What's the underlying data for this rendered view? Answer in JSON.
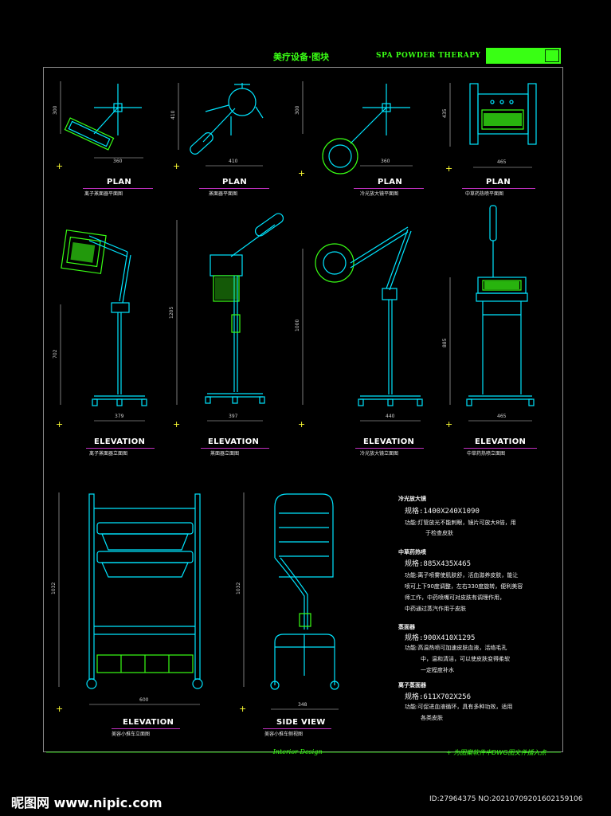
{
  "header": {
    "title_cn": "美疗设备·图块",
    "title_en": "SPA POWDER THERAPY"
  },
  "views": {
    "plan_label": "PLAN",
    "elevation_label": "ELEVATION",
    "side_label": "SIDE VIEW"
  },
  "captions": {
    "c1": "离子蒸面器平面图",
    "c2": "蒸面器平面图",
    "c3": "冷光放大镜平面图",
    "c4": "中草药热喷平面图",
    "c5": "离子蒸面器立面图",
    "c6": "蒸面器立面图",
    "c7": "冷光放大镜立面图",
    "c8": "中草药热喷立面图",
    "c9": "美容小推车立面图",
    "c10": "美容小推车侧视图"
  },
  "dims": {
    "p1_h": "300",
    "p1_w": "360",
    "p2_h": "410",
    "p2_w": "410",
    "p3_h": "300",
    "p3_w": "360",
    "p4_h": "435",
    "p4_w": "465",
    "e1_h": "702",
    "e1_w": "379",
    "e2_h": "1205",
    "e2_w": "397",
    "e3_h": "1000",
    "e3_w": "440",
    "e4_h": "885",
    "e4_w": "465",
    "t1_h": "1032",
    "t1_w": "600",
    "t2_h": "1032",
    "t2_w": "348"
  },
  "notes": {
    "n1_title": "冷光放大镜",
    "n1_spec": "规格:1400X240X1090",
    "n1_l1": "功能:灯管放光不能刺眼，镜片可放大8倍，用",
    "n1_l2": "于检查皮肤",
    "n2_title": "中草药热喷",
    "n2_spec": "规格:885X435X465",
    "n2_l1": "功能:离子喷雾使肌肤舒，活血滋养皮肤，能让",
    "n2_l2": "喷可上下90度调整，左右330度旋转，便利美容",
    "n2_l3": "师工作，中药喷嘴可对皮肤有调理作用，",
    "n2_l4": "中药通过蒸汽作用于皮肤",
    "n3_title": "蒸面器",
    "n3_spec": "规格:900X410X1295",
    "n3_l1": "功能:高温热喷可加速皮肤血液，活络毛孔",
    "n3_l2": "中，温和清洁，可以使皮肤变得柔软",
    "n3_l3": "一定程度补水",
    "n4_title": "离子蒸面器",
    "n4_spec": "规格:611X702X256",
    "n4_l1": "功能:可促进血液循环，具有多种功效，适用",
    "n4_l2": "各类皮肤"
  },
  "footer": {
    "left": "-Interior Design-",
    "right": "+ 为图案软件中DWG图文件插入点"
  },
  "watermark": {
    "left": "昵图网 www.nipic.com",
    "right": "ID:27964375 NO:20210709201602159106"
  },
  "colors": {
    "background": "#000000",
    "accent_green": "#39ff14",
    "cyan": "#00e5ff",
    "underline_magenta": "#c030c0",
    "insert_point": "#ffff33"
  },
  "icons": {
    "insert_marker": "plus-icon",
    "title_badge": "title-block-icon"
  }
}
